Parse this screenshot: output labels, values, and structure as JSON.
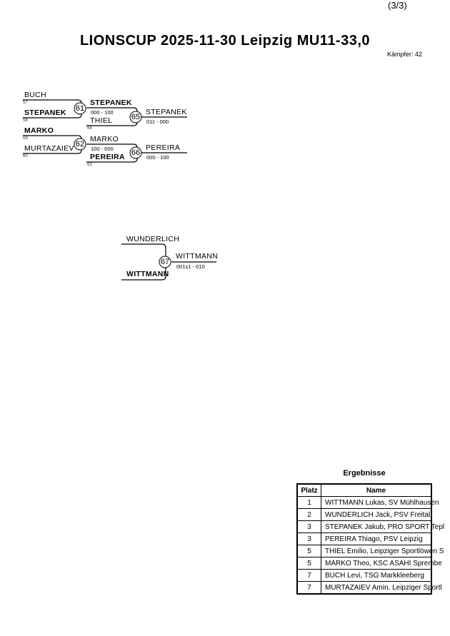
{
  "page_indicator": "(3/3)",
  "title": "LIONSCUP  2025-11-30  Leipzig   MU11-33,0",
  "fighter_count": "Kämpfer: 42",
  "bracket": {
    "m61": {
      "number": "61",
      "top": {
        "name": "BUCH",
        "seed": "57"
      },
      "bottom": {
        "name": "STEPANEK",
        "seed": "58"
      }
    },
    "m62": {
      "number": "62",
      "top": {
        "name": "MARKO",
        "seed": "59"
      },
      "bottom": {
        "name": "MURTAZAIEV",
        "seed": "60"
      }
    },
    "m65": {
      "number": "65",
      "top": {
        "name": "STEPANEK",
        "score": "000 - 100"
      },
      "bottom": {
        "name": "THIEL",
        "seed": "64"
      },
      "winner": {
        "name": "STEPANEK",
        "score": "011 - 000"
      }
    },
    "m66": {
      "number": "66",
      "top": {
        "name": "MARKO",
        "score": "100 - 000"
      },
      "bottom": {
        "name": "PEREIRA",
        "seed": "63"
      },
      "winner": {
        "name": "PEREIRA",
        "score": "000 - 100"
      }
    },
    "m67": {
      "number": "67",
      "top": {
        "name": "WUNDERLICH"
      },
      "bottom": {
        "name": "WITTMANN"
      },
      "winner": {
        "name": "WITTMANN",
        "score": "001s1 - 010"
      }
    }
  },
  "results": {
    "title": "Ergebnisse",
    "headers": [
      "Platz",
      "Name"
    ],
    "rows": [
      {
        "place": "1",
        "name": "WITTMANN Lukas, SV Mühlhausen"
      },
      {
        "place": "2",
        "name": "WUNDERLICH Jack, PSV Freital"
      },
      {
        "place": "3",
        "name": "STEPANEK Jakub, PRO SPORT Tepl"
      },
      {
        "place": "3",
        "name": "PEREIRA Thiago, PSV Leipzig"
      },
      {
        "place": "5",
        "name": "THIEL Emilio, Leipziger Sportlöwen S"
      },
      {
        "place": "5",
        "name": "MARKO Theo, KSC ASAHI Sprembe"
      },
      {
        "place": "7",
        "name": "BUCH Levi, TSG Markkleeberg"
      },
      {
        "place": "7",
        "name": "MURTAZAIEV Amin, Leipziger Sportl"
      }
    ]
  }
}
